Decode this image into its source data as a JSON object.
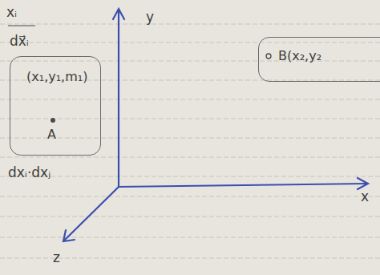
{
  "diagram": {
    "nodes": [
      {
        "text": [
          "(x₁,y₁,m₁)",
          "A"
        ]
      },
      {
        "text": [
          "B(x₂,y₂"
        ]
      }
    ],
    "labels": [
      "xᵢ",
      "dx⃗ᵢ",
      "dxᵢ·dxⱼ",
      "y",
      "x",
      "z"
    ]
  }
}
